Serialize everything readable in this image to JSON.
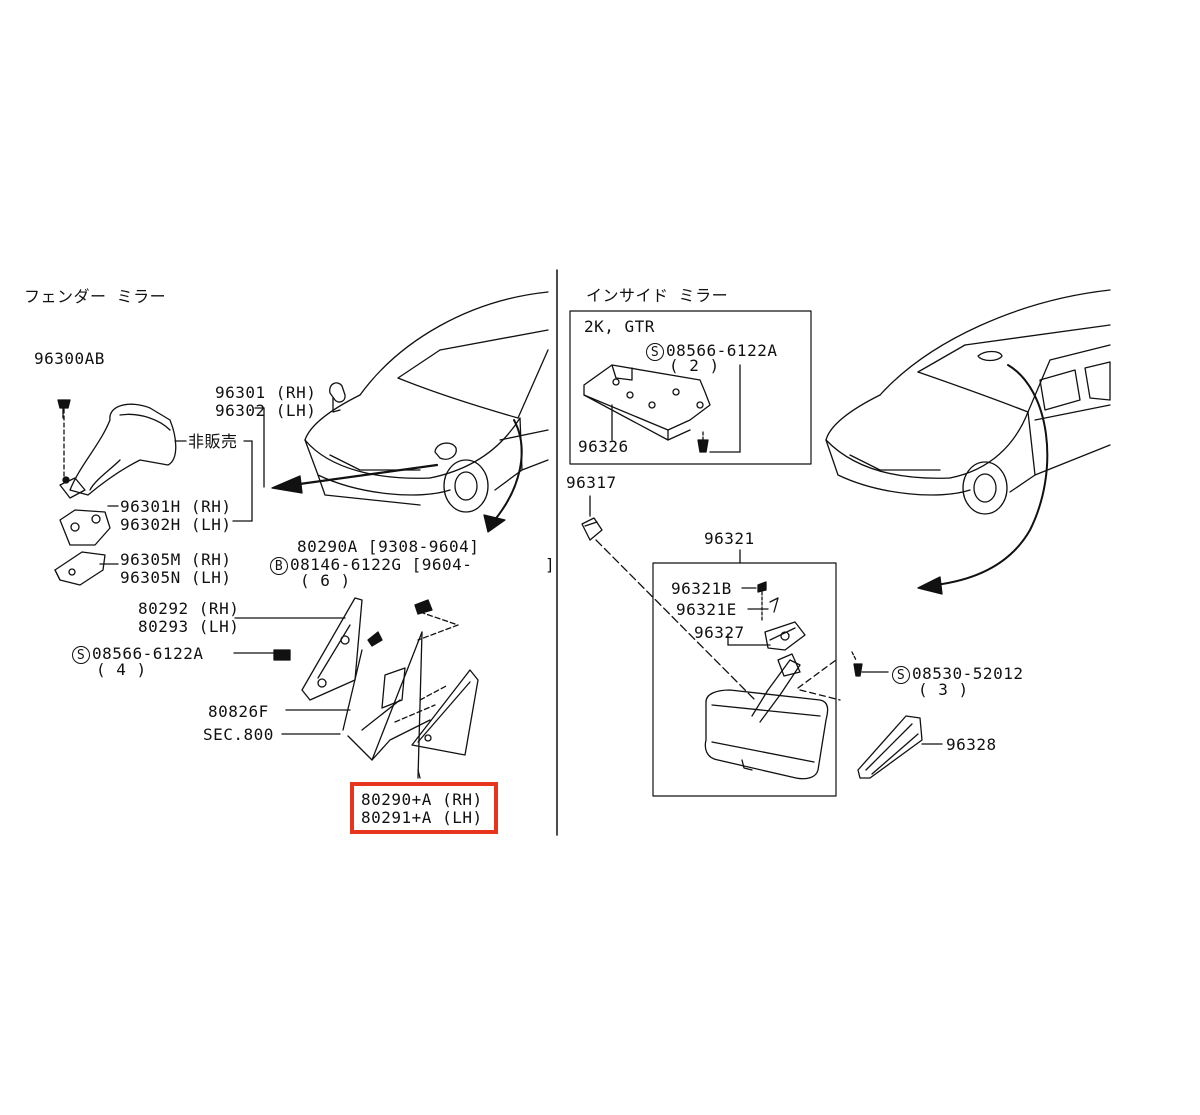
{
  "left_section": {
    "title": "フェンダー ミラー",
    "parts": {
      "p96300ab": "96300AB",
      "p96301_rh": "96301 (RH)",
      "p96302_lh": "96302 (LH)",
      "not_sold": "非販売",
      "p96301h_rh": "96301H (RH)",
      "p96302h_lh": "96302H (LH)",
      "p96305m_rh": "96305M (RH)",
      "p96305n_lh": "96305N (LH)",
      "p80290a": "80290A [9308-9604]",
      "p08146_prefix": "B",
      "p08146": "08146-6122G [9604-",
      "p08146_close": "]",
      "p08146_qty": "( 6 )",
      "p80292_rh": "80292 (RH)",
      "p80293_lh": "80293 (LH)",
      "p08566_prefix": "S",
      "p08566": "08566-6122A",
      "p08566_qty": "( 4 )",
      "p80826f": "80826F",
      "sec800": "SEC.800",
      "p80290pa_rh": "80290+A (RH)",
      "p80291pa_lh": "80291+A (LH)"
    }
  },
  "right_section": {
    "title": "インサイド ミラー",
    "box_label": "2K, GTR",
    "parts": {
      "p08566_prefix": "S",
      "p08566": "08566-6122A",
      "p08566_qty": "( 2 )",
      "p96326": "96326",
      "p96317": "96317",
      "p96321": "96321",
      "p96321b": "96321B",
      "p96321e": "96321E",
      "p96327": "96327",
      "p08530_prefix": "S",
      "p08530": "08530-52012",
      "p08530_qty": "( 3 )",
      "p96328": "96328"
    }
  },
  "highlight_color": "#e8341c"
}
